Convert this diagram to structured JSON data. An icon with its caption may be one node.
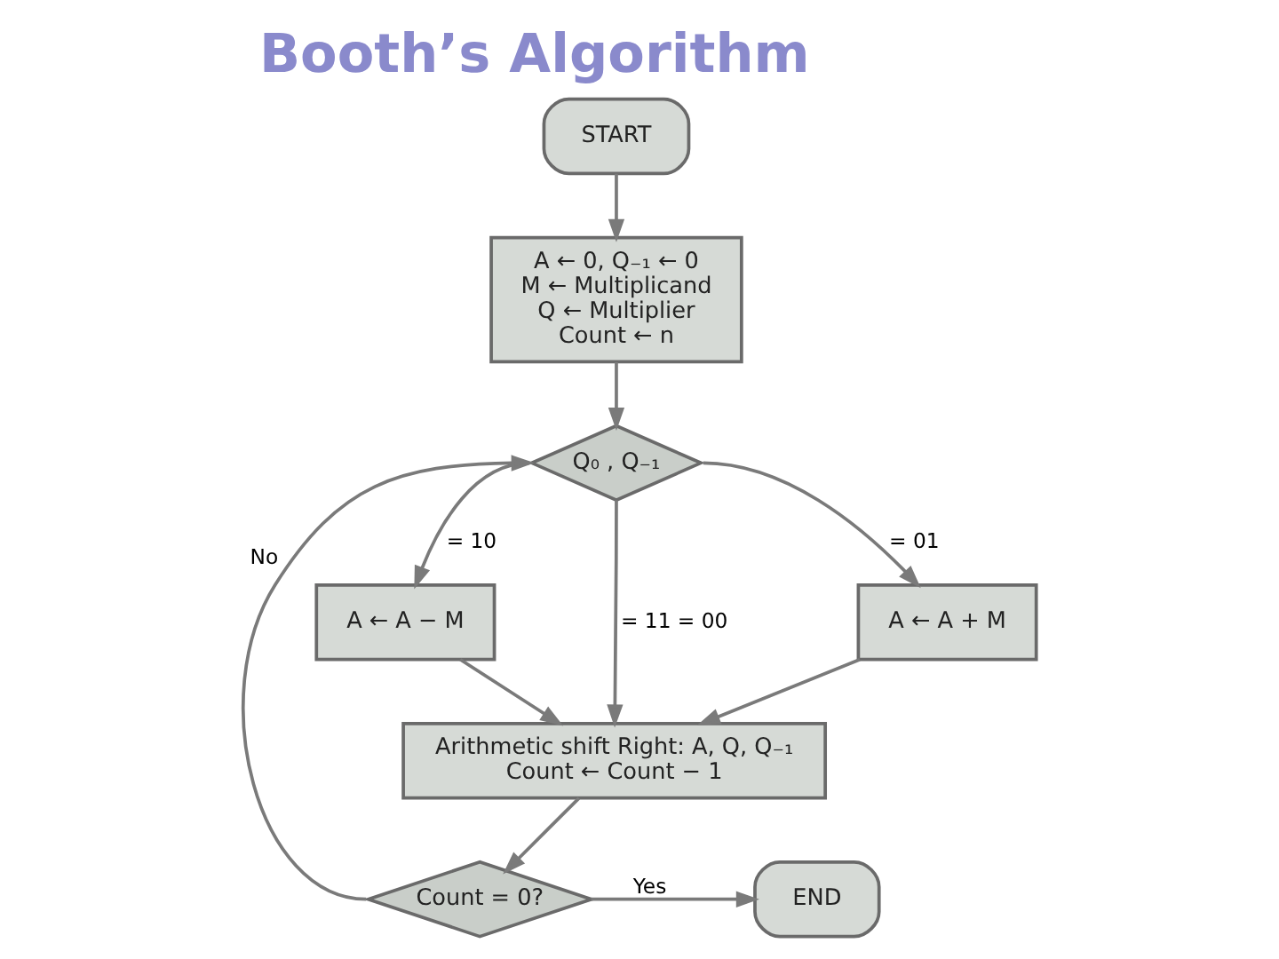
{
  "diagram": {
    "title": "Booth’s Algorithm",
    "nodes": [
      {
        "text": [
          "START"
        ]
      },
      {
        "text": [
          "A ← 0, Q₋₁ ← 0",
          "M ← Multiplicand",
          "Q ← Multiplier",
          "Count ← n"
        ]
      },
      {
        "text": [
          "Q₀ , Q₋₁"
        ]
      },
      {
        "text": [
          "A ← A − M"
        ]
      },
      {
        "text": [
          "A ← A + M"
        ]
      },
      {
        "text": [
          "Arithmetic shift Right: A, Q, Q₋₁",
          "Count ← Count − 1"
        ]
      },
      {
        "text": [
          "Count = 0?"
        ]
      },
      {
        "text": [
          "END"
        ]
      }
    ],
    "edges": [
      {
        "from": 0,
        "to": 1,
        "arrow": "to"
      },
      {
        "from": 1,
        "to": 2,
        "arrow": "to"
      },
      {
        "from": 2,
        "to": 3,
        "arrow": "to",
        "label": "= 10"
      },
      {
        "from": 2,
        "to": 4,
        "arrow": "to",
        "label": "= 01"
      },
      {
        "from": 2,
        "to": 5,
        "arrow": "to",
        "label": "= 11 = 00"
      },
      {
        "from": 3,
        "to": 5,
        "arrow": "to"
      },
      {
        "from": 4,
        "to": 5,
        "arrow": "to"
      },
      {
        "from": 5,
        "to": 6,
        "arrow": "to"
      },
      {
        "from": 6,
        "to": 2,
        "arrow": "to",
        "label": "No"
      },
      {
        "from": 6,
        "to": 7,
        "arrow": "to",
        "label": "Yes"
      }
    ]
  }
}
